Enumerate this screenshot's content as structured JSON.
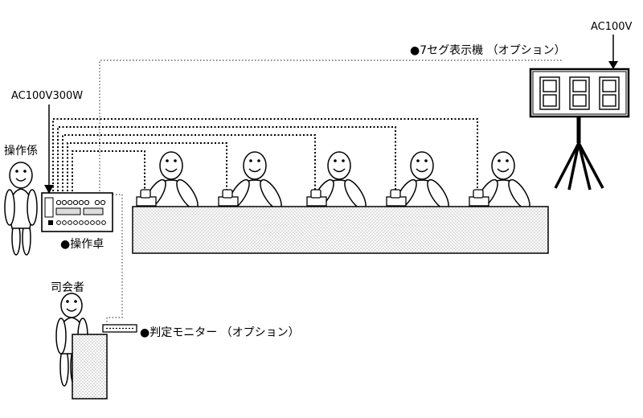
{
  "labels": {
    "ac_display": "AC100V",
    "seven_seg": "●7セグ表示機 （オプション）",
    "ac_console": "AC100V300W",
    "operator": "操作係",
    "console": "●操作卓",
    "host": "司会者",
    "judge_monitor": "●判定モニター （オプション）"
  },
  "contestants": [
    {
      "id": 1
    },
    {
      "id": 2
    },
    {
      "id": 3
    },
    {
      "id": 4
    },
    {
      "id": 5
    }
  ],
  "seven_segment_digits": [
    "8",
    "8",
    "8"
  ]
}
